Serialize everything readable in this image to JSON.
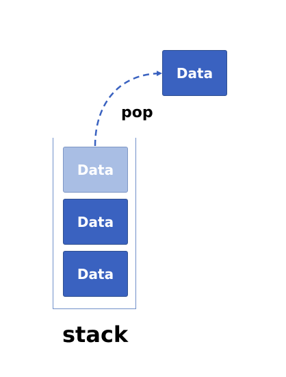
{
  "popped_box": {
    "label": "Data"
  },
  "pop_label": "pop",
  "stack": {
    "label": "stack",
    "items": [
      {
        "label": "Data",
        "state": "top-being-popped"
      },
      {
        "label": "Data",
        "state": "normal"
      },
      {
        "label": "Data",
        "state": "normal"
      }
    ]
  },
  "colors": {
    "box_fill": "#3a62c0",
    "box_fill_faded": "#a9bee4",
    "arrow": "#3a62c0",
    "container": "#6f8fc9"
  }
}
